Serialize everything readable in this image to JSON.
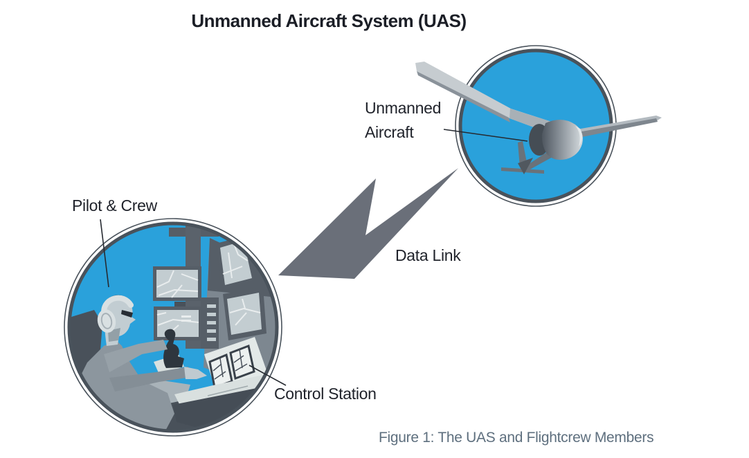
{
  "title": "Unmanned Aircraft System (UAS)",
  "caption": "Figure 1: The UAS and Flightcrew Members",
  "nodes": {
    "unmanned_aircraft": {
      "label_line1": "Unmanned",
      "label_line2": "Aircraft",
      "illustration": "fixed-wing-drone-in-blue-circle"
    },
    "control_station": {
      "pilot_label": "Pilot & Crew",
      "station_label": "Control Station",
      "illustration": "pilot-with-headset-at-multi-monitor-control-console-in-blue-circle"
    }
  },
  "link": {
    "label": "Data Link",
    "shape": "lightning-bolt"
  },
  "colors": {
    "circle_fill": "#2AA1DB",
    "circle_ring": "#49525B",
    "bolt_gray": "#6A6F79",
    "illustration_dark_slate": "#49515A",
    "illustration_light_gray": "#C3CDD1",
    "title_text": "#1B1E26",
    "label_text": "#20232B",
    "caption_text": "#5E6F7E"
  }
}
